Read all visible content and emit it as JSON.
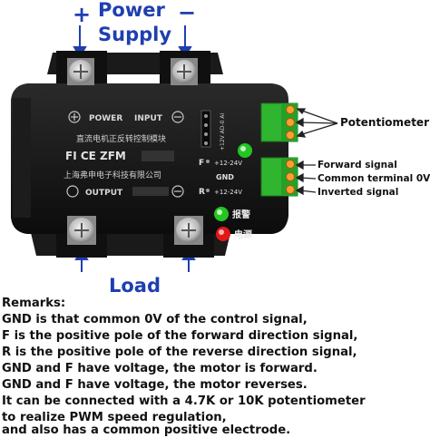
{
  "header": {
    "plus_sign": "+",
    "power": "Power",
    "supply": "Supply",
    "minus_sign": "−"
  },
  "load_label": "Load",
  "device": {
    "power_label": "POWER",
    "input_label": "INPUT",
    "cn_title": "直流电机正反转控制模块",
    "ce_text": "FI CE ZFM",
    "company_cn": "上海弗申电子科技有限公司",
    "output_label": "OUTPUT",
    "pin_f": "F",
    "pin_gnd": "GND",
    "pin_r": "R",
    "pin_f_voltage": "+12-24V",
    "pin_r_voltage": "+12-24V",
    "pot_pins": "+12V AD-0 AI",
    "alarm_cn": "报警",
    "power_cn": "电源"
  },
  "annotations": {
    "potentiometer": "Potentiometer",
    "forward_signal": "Forward signal",
    "common_terminal": "Common terminal 0V",
    "inverted_signal": "Inverted signal"
  },
  "remarks": [
    "Remarks:",
    "GND is that common 0V of the control signal,",
    "F is the positive pole of the forward direction signal,",
    "R is the positive pole of the reverse direction signal,",
    "GND and F have voltage, the motor is forward.",
    "GND and F have voltage, the motor reverses.",
    "It can be connected with a 4.7K or 10K potentiometer",
    "to realize PWM speed regulation,",
    "and also has a common positive electrode."
  ],
  "colors": {
    "label_blue": "#1f3fb0",
    "terminal_green": "#2fb52f",
    "led_green": "#23c623",
    "led_red": "#e01818",
    "body_black": "#141414"
  }
}
